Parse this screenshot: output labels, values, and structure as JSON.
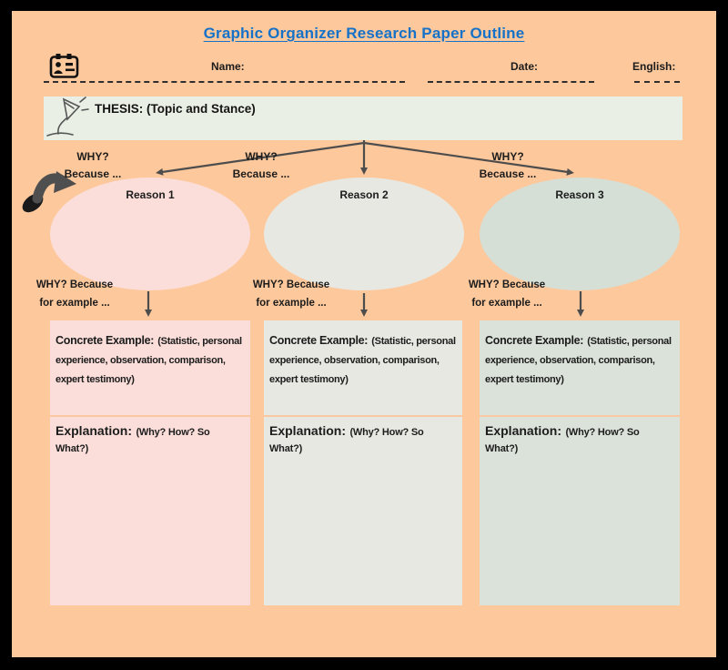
{
  "title": "Graphic Organizer Research Paper Outline",
  "header": {
    "name_label": "Name:",
    "date_label": "Date:",
    "english_label": "English:"
  },
  "thesis": {
    "label": "THESIS: (Topic and Stance)"
  },
  "branches": [
    {
      "why_top": {
        "line1": "WHY?",
        "line2": "Because ..."
      },
      "reason_label": "Reason 1",
      "why_bottom": {
        "line1": "WHY? Because",
        "line2": "for example ..."
      },
      "box": {
        "concrete_label": "Concrete Example:",
        "concrete_detail": "(Statistic, personal experience, observation, comparison, expert testimony)",
        "explanation_label": "Explanation:",
        "explanation_detail": "(Why? How? So What?)"
      }
    },
    {
      "why_top": {
        "line1": "WHY?",
        "line2": "Because ..."
      },
      "reason_label": "Reason 2",
      "why_bottom": {
        "line1": "WHY? Because",
        "line2": "for example ..."
      },
      "box": {
        "concrete_label": "Concrete Example:",
        "concrete_detail": "(Statistic, personal experience, observation, comparison, expert testimony)",
        "explanation_label": "Explanation:",
        "explanation_detail": "(Why? How? So What?)"
      }
    },
    {
      "why_top": {
        "line1": "WHY?",
        "line2": "Because ..."
      },
      "reason_label": "Reason 3",
      "why_bottom": {
        "line1": "WHY? Because",
        "line2": "for example ..."
      },
      "box": {
        "concrete_label": "Concrete Example:",
        "concrete_detail": "(Statistic, personal experience, observation, comparison, expert testimony)",
        "explanation_label": "Explanation:",
        "explanation_detail": "(Why? How? So What?)"
      }
    }
  ],
  "icons": [
    "id-card-icon",
    "lamp-icon",
    "curved-arrow-icon"
  ],
  "colors": {
    "frame": "#000000",
    "page_bg": "#fdc89c",
    "title_blue": "#1572c8",
    "thesis_bg": "#e9efe4",
    "reason1_bg": "#fbdeda",
    "reason2_bg": "#e8e8e3",
    "reason3_ellipse_bg": "#d5dfd6",
    "reason3_box_bg": "#dbe2da",
    "connector": "#4d4d4d",
    "divider": "#f9c8a2",
    "text": "#1c1c1c"
  }
}
